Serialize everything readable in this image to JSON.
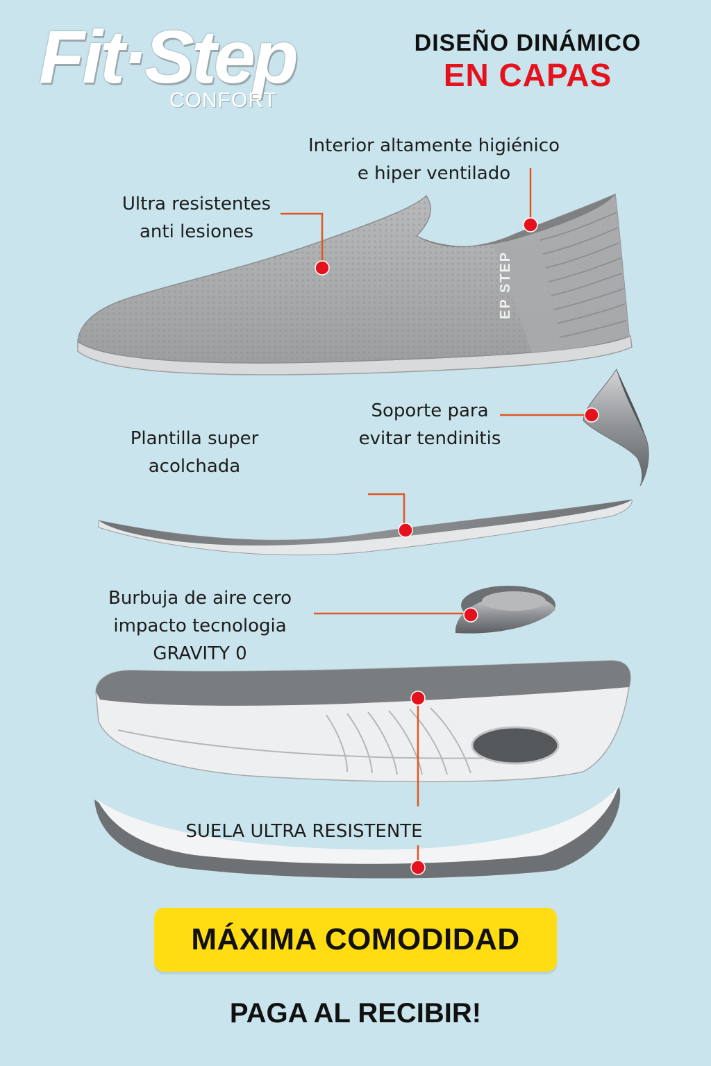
{
  "brand": {
    "logo_text": "Fit·Step",
    "logo_subtext": "CONFORT"
  },
  "headline": {
    "line1": "DISEÑO DINÁMICO",
    "line2": "EN CAPAS",
    "line2_color": "#e5121d"
  },
  "shoe_print": "EP STEP",
  "callouts": {
    "interior": [
      "Interior altamente higiénico",
      "e hiper ventilado"
    ],
    "resistentes": [
      "Ultra resistentes",
      "anti lesiones"
    ],
    "soporte": [
      "Soporte para",
      "evitar tendinitis"
    ],
    "plantilla": [
      "Plantilla super",
      "acolchada"
    ],
    "burbuja": [
      "Burbuja de aire cero",
      "impacto tecnologia",
      "GRAVITY 0"
    ],
    "suela": [
      "SUELA ULTRA RESISTENTE"
    ]
  },
  "cta": {
    "label": "MÁXIMA COMODIDAD",
    "color": "#ffdd12"
  },
  "footer": "PAGA AL RECIBIR!",
  "colors": {
    "background": "#c9e4ec",
    "marker": "#e5121d",
    "leader_line": "#e2571f"
  },
  "icons": {
    "marker": "red-dot-marker"
  }
}
